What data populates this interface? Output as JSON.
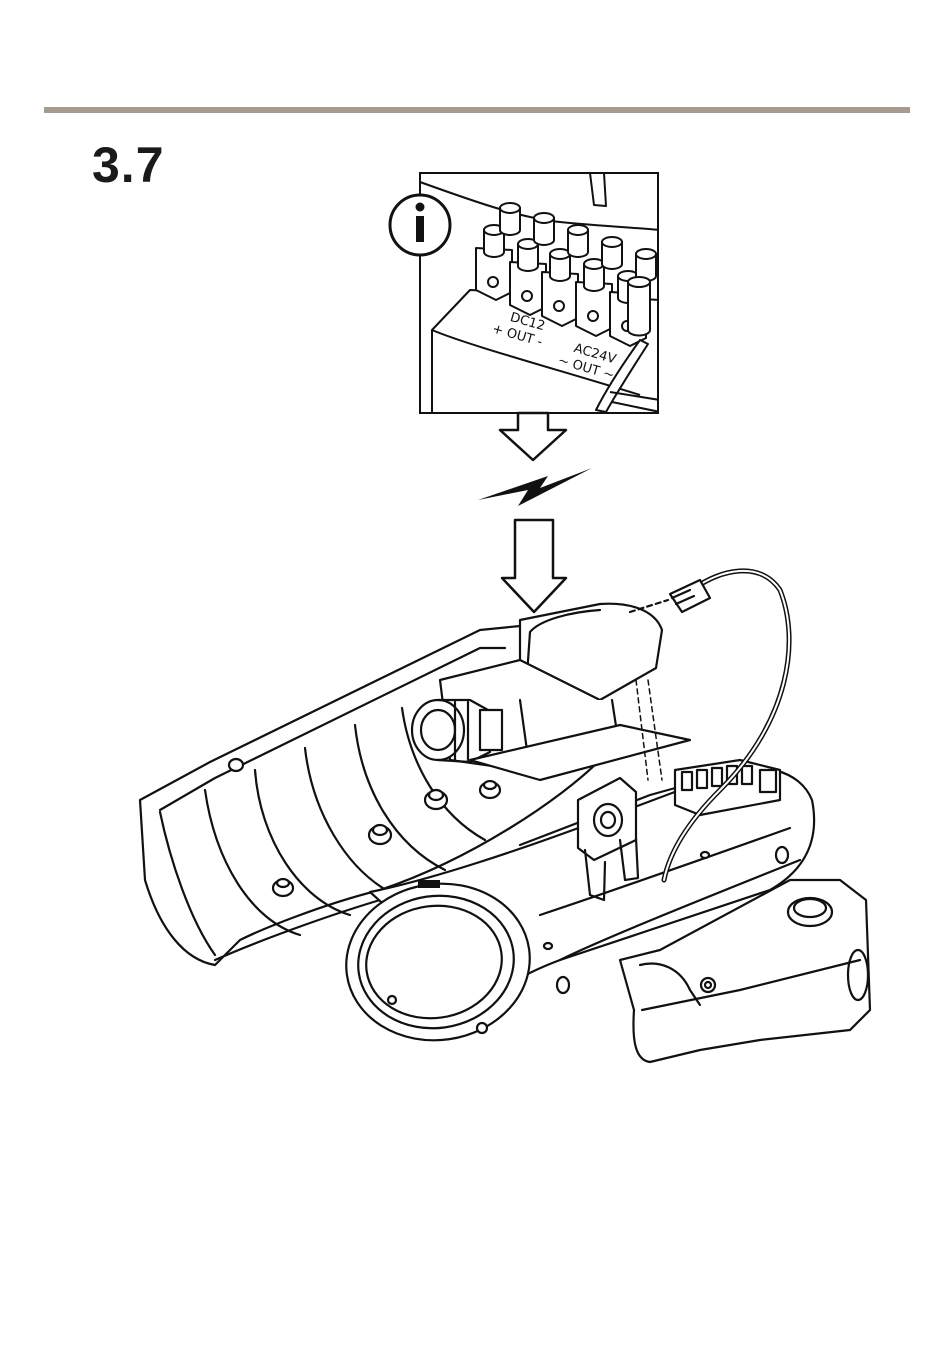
{
  "section": {
    "step_number": "3.7",
    "divider_color": "#a79a8e"
  },
  "detail_inset": {
    "info_icon": "info-icon",
    "terminal_labels": {
      "dc_top": "DC12",
      "dc_bottom": "+ OUT -",
      "ac_top": "AC24V",
      "ac_bottom": "~ OUT ~"
    }
  },
  "symbols": [
    "down-arrow-icon",
    "lightning-icon",
    "down-arrow-icon"
  ],
  "illustration": "camera-housing-illustration"
}
